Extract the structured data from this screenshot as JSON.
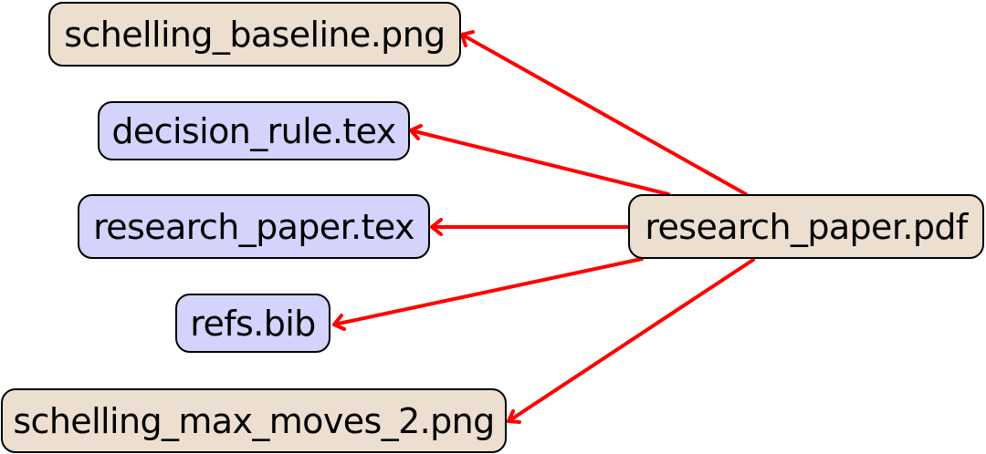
{
  "diagram": {
    "colors": {
      "output_fill": "#ecdfcf",
      "input_fill": "#d3d3fc",
      "edge": "#ff0000",
      "border": "#000000"
    },
    "nodes": {
      "baseline_png": {
        "label": "schelling_baseline.png",
        "kind": "output"
      },
      "decision_rule_tex": {
        "label": "decision_rule.tex",
        "kind": "input"
      },
      "research_paper_tex": {
        "label": "research_paper.tex",
        "kind": "input"
      },
      "refs_bib": {
        "label": "refs.bib",
        "kind": "input"
      },
      "max_moves_png": {
        "label": "schelling_max_moves_2.png",
        "kind": "output"
      },
      "research_paper_pdf": {
        "label": "research_paper.pdf",
        "kind": "output"
      }
    },
    "edges": [
      {
        "from": "research_paper_pdf",
        "to": "baseline_png"
      },
      {
        "from": "research_paper_pdf",
        "to": "decision_rule_tex"
      },
      {
        "from": "research_paper_pdf",
        "to": "research_paper_tex"
      },
      {
        "from": "research_paper_pdf",
        "to": "refs_bib"
      },
      {
        "from": "research_paper_pdf",
        "to": "max_moves_png"
      }
    ]
  }
}
